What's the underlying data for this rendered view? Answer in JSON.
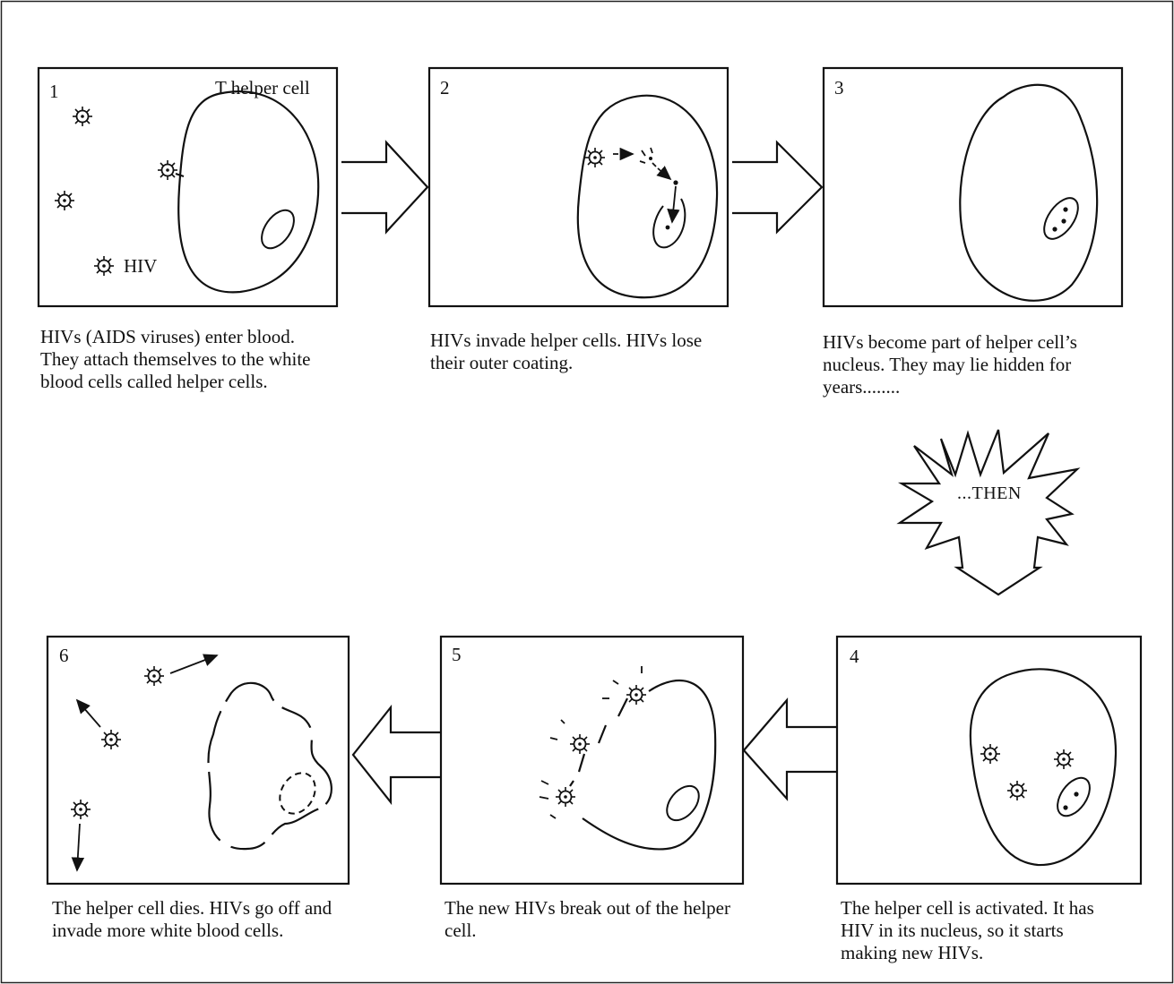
{
  "panels": [
    {
      "number": "1",
      "label": "T helper cell",
      "virus_label": "HIV",
      "caption": "HIVs (AIDS viruses) enter blood.\nThey attach themselves to the white\nblood cells called helper cells."
    },
    {
      "number": "2",
      "caption": "HIVs invade helper cells. HIVs lose\ntheir outer coating."
    },
    {
      "number": "3",
      "caption": "HIVs become part of helper cell’s\nnucleus. They may lie hidden for\nyears........"
    },
    {
      "number": "4",
      "caption": "The helper cell is activated. It has\nHIV in its nucleus, so it starts\nmaking new HIVs."
    },
    {
      "number": "5",
      "caption": "The new HIVs break out of the helper\ncell."
    },
    {
      "number": "6",
      "caption": "The helper cell dies. HIVs go off and\ninvade more white blood cells."
    }
  ],
  "burst": {
    "text": "...THEN"
  }
}
